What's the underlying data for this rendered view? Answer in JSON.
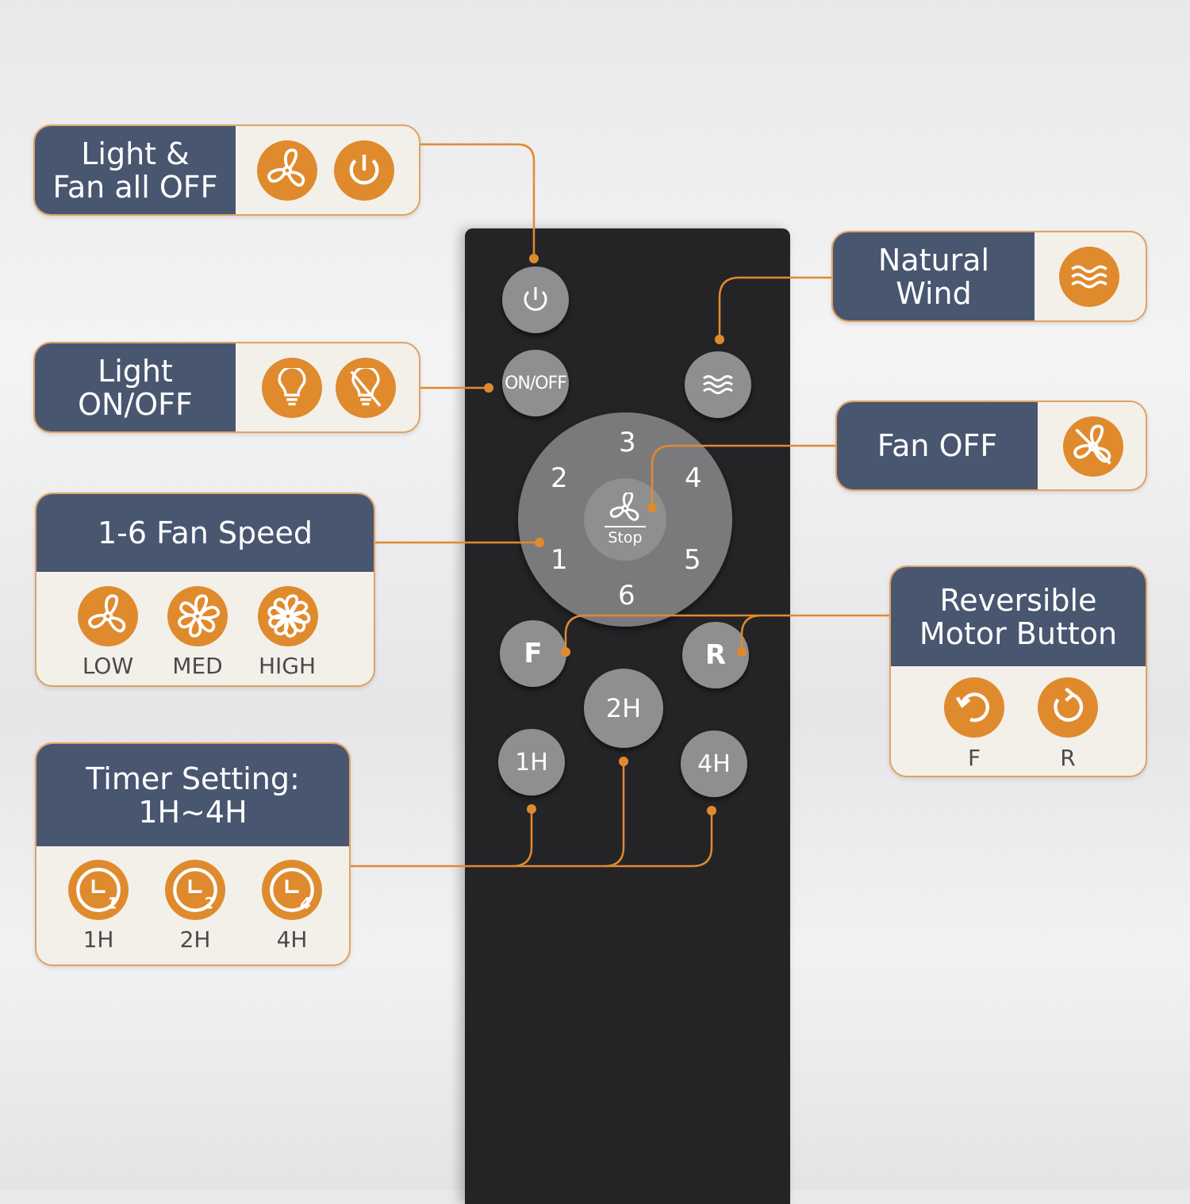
{
  "colors": {
    "navy": "#485670",
    "accent": "#E08A2E",
    "panel": "#F3F0EA",
    "remote": "#242427",
    "button": "#8F8F91"
  },
  "cards": {
    "all_off": {
      "title_line1": "Light &",
      "title_line2": "Fan all OFF",
      "icons": [
        "fan-icon",
        "power-icon"
      ]
    },
    "light": {
      "title_line1": "Light",
      "title_line2": "ON/OFF",
      "icons": [
        "bulb-icon",
        "bulb-off-icon"
      ]
    },
    "fan_speed": {
      "title": "1-6 Fan Speed",
      "items": [
        {
          "label": "LOW",
          "icon": "fan-low-icon"
        },
        {
          "label": "MED",
          "icon": "fan-med-icon"
        },
        {
          "label": "HIGH",
          "icon": "fan-high-icon"
        }
      ]
    },
    "timer": {
      "title_line1": "Timer Setting:",
      "title_line2": "1H~4H",
      "items": [
        {
          "label": "1H",
          "num": "1"
        },
        {
          "label": "2H",
          "num": "2"
        },
        {
          "label": "4H",
          "num": "4"
        }
      ]
    },
    "natural_wind": {
      "title_line1": "Natural",
      "title_line2": "Wind",
      "icon": "wind-icon"
    },
    "fan_off": {
      "title": "Fan OFF",
      "icon": "fan-off-icon"
    },
    "reverse": {
      "title_line1": "Reversible",
      "title_line2": "Motor Button",
      "items": [
        {
          "label": "F",
          "icon": "rotate-ccw-icon"
        },
        {
          "label": "R",
          "icon": "rotate-cw-icon"
        }
      ]
    }
  },
  "remote": {
    "onoff": "ON/OFF",
    "speeds": [
      "1",
      "2",
      "3",
      "4",
      "5",
      "6"
    ],
    "stop": "Stop",
    "f": "F",
    "r": "R",
    "t1": "1H",
    "t2": "2H",
    "t4": "4H"
  }
}
